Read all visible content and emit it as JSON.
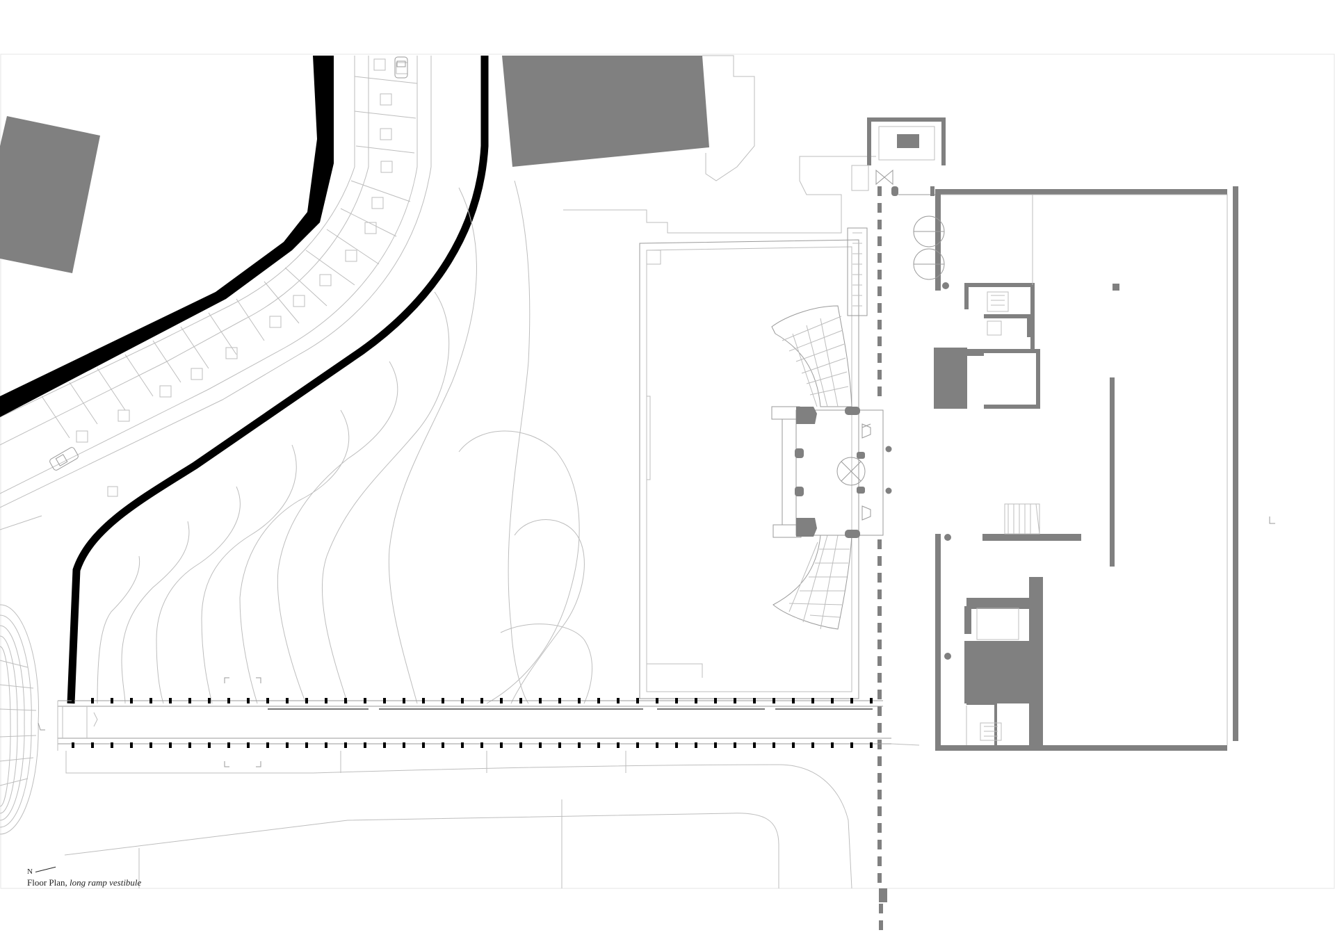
{
  "caption": {
    "north_label": "N",
    "title": "Floor Plan,",
    "subtitle": "long ramp vestibule"
  },
  "colors": {
    "background": "#ffffff",
    "solid_mass": "#808080",
    "wall_black": "#000000",
    "linework": "#bdbdbd"
  },
  "icons": {
    "north_arrow": "north-arrow-icon",
    "car": "car-icon"
  }
}
